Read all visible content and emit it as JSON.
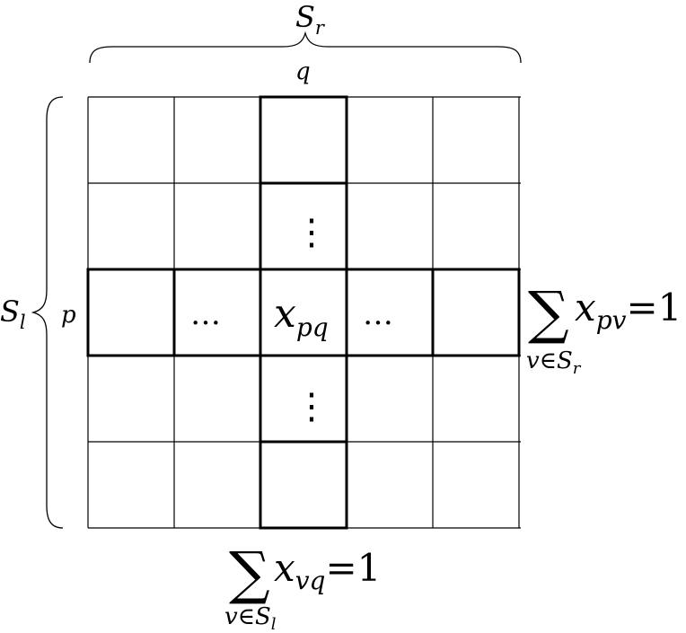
{
  "labels": {
    "top_brace": {
      "base": "S",
      "sub": "r"
    },
    "left_brace": {
      "base": "S",
      "sub": "l"
    },
    "column_label": "q",
    "row_label": "p"
  },
  "cells": {
    "center": {
      "base": "x",
      "sub": "pq"
    },
    "row_ellipsis_left": "…",
    "row_ellipsis_right": "…",
    "col_ellipsis_top": "⋮",
    "col_ellipsis_bottom": "⋮"
  },
  "equations": {
    "row_sum": {
      "sigma": "∑",
      "var": "x",
      "var_sub": "pv",
      "rhs": "=1",
      "index": "v",
      "index_rel": "∈",
      "set": "S",
      "set_sub": "r"
    },
    "col_sum": {
      "sigma": "∑",
      "var": "x",
      "var_sub": "vq",
      "rhs": "=1",
      "index": "v",
      "index_rel": "∈",
      "set": "S",
      "set_sub": "l"
    }
  }
}
